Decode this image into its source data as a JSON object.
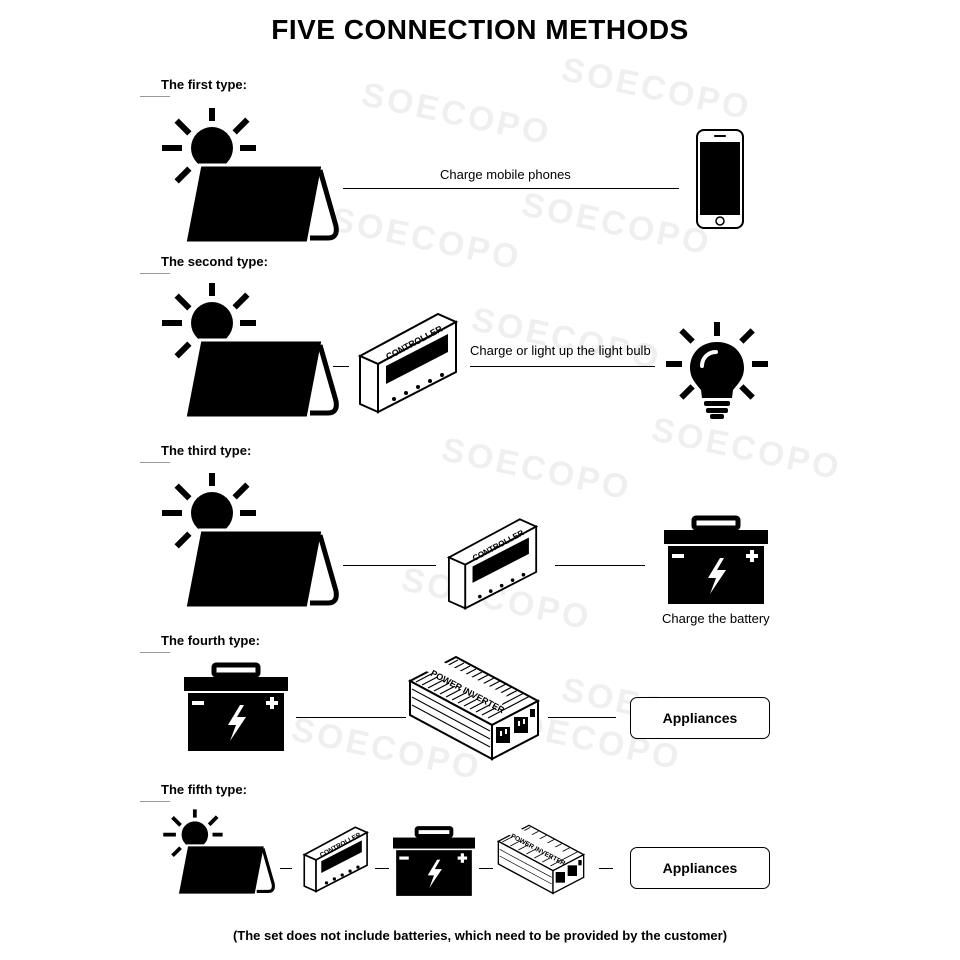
{
  "title": "FIVE CONNECTION METHODS",
  "watermark": "SOECOPO",
  "sections": [
    {
      "label": "The first type:",
      "caption": "Charge mobile phones"
    },
    {
      "label": "The second type:",
      "caption": "Charge or light up the light bulb"
    },
    {
      "label": "The third type:",
      "caption": "Charge the battery"
    },
    {
      "label": "The fourth type:",
      "box": "Appliances"
    },
    {
      "label": "The fifth type:",
      "box": "Appliances"
    }
  ],
  "device_text": {
    "controller": "CONTROLLER",
    "inverter": "POWER INVERTER"
  },
  "footnote": "(The set does not include batteries, which need to be provided by the customer)"
}
